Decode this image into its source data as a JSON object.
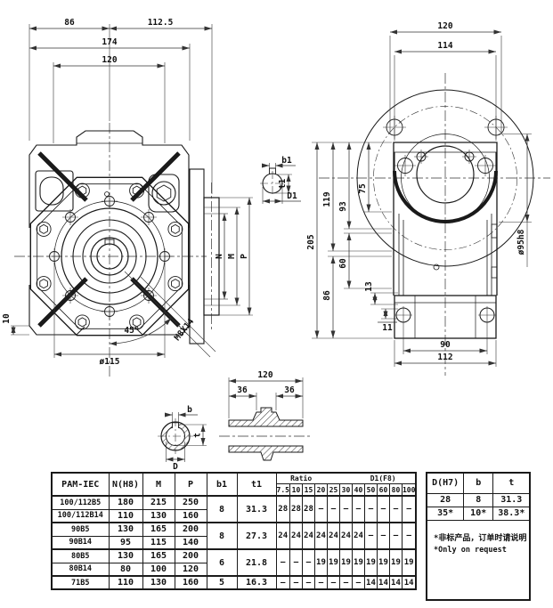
{
  "front_view": {
    "dim_86": "86",
    "dim_112_5": "112.5",
    "dim_174": "174",
    "dim_120": "120",
    "dim_10": "10",
    "dim_angle": "45°",
    "dim_bolt_circle": "ø115",
    "dim_thread": "M8X14",
    "flange_n": "N",
    "flange_m": "M",
    "flange_p": "P"
  },
  "key_detail": {
    "b1": "b1",
    "t1": "t1",
    "d1": "D1"
  },
  "side_view": {
    "dim_120": "120",
    "dim_114": "114",
    "dim_205": "205",
    "dim_119": "119",
    "dim_93": "93",
    "dim_75": "75",
    "dim_60": "60",
    "dim_86": "86",
    "dim_13": "13",
    "dim_11": "11",
    "dim_90": "90",
    "dim_112": "112",
    "dim_bore": "ø95h8"
  },
  "shaft_section": {
    "dim_120": "120",
    "dim_36_left": "36",
    "dim_36_right": "36",
    "b": "b",
    "t": "t",
    "d": "D"
  },
  "table": {
    "headers": {
      "pam": "PAM-IEC",
      "n": "N(H8)",
      "m": "M",
      "p": "P",
      "b1": "b1",
      "t1": "t1",
      "ratio": "Ratio",
      "d1": "D1(F8)"
    },
    "ratio_columns": [
      "7.5",
      "10",
      "15",
      "20",
      "25",
      "30",
      "40",
      "50",
      "60",
      "80",
      "100"
    ],
    "groups": [
      {
        "b1": "8",
        "t1": "31.3",
        "ratio_values": [
          "28",
          "28",
          "28",
          "—",
          "—",
          "—",
          "—",
          "—",
          "—",
          "—",
          "—"
        ],
        "rows": [
          {
            "pam": "100/112B5",
            "n": "180",
            "m": "215",
            "p": "250"
          },
          {
            "pam": "100/112B14",
            "n": "110",
            "m": "130",
            "p": "160"
          }
        ]
      },
      {
        "b1": "8",
        "t1": "27.3",
        "ratio_values": [
          "24",
          "24",
          "24",
          "24",
          "24",
          "24",
          "24",
          "—",
          "—",
          "—",
          "—"
        ],
        "rows": [
          {
            "pam": "90B5",
            "n": "130",
            "m": "165",
            "p": "200"
          },
          {
            "pam": "90B14",
            "n": "95",
            "m": "115",
            "p": "140"
          }
        ]
      },
      {
        "b1": "6",
        "t1": "21.8",
        "ratio_values": [
          "—",
          "—",
          "—",
          "19",
          "19",
          "19",
          "19",
          "19",
          "19",
          "19",
          "19"
        ],
        "rows": [
          {
            "pam": "80B5",
            "n": "130",
            "m": "165",
            "p": "200"
          },
          {
            "pam": "80B14",
            "n": "80",
            "m": "100",
            "p": "120"
          }
        ]
      },
      {
        "b1": "5",
        "t1": "16.3",
        "ratio_values": [
          "—",
          "—",
          "—",
          "—",
          "—",
          "—",
          "—",
          "14",
          "14",
          "14",
          "14"
        ],
        "rows": [
          {
            "pam": "71B5",
            "n": "110",
            "m": "130",
            "p": "160"
          }
        ]
      }
    ]
  },
  "output_table": {
    "headers": [
      "D(H7)",
      "b",
      "t"
    ],
    "rows": [
      [
        "28",
        "8",
        "31.3"
      ],
      [
        "35*",
        "10*",
        "38.3*"
      ]
    ],
    "note_cn": "*非标产品，订单时请说明",
    "note_en": "*Only on request"
  }
}
